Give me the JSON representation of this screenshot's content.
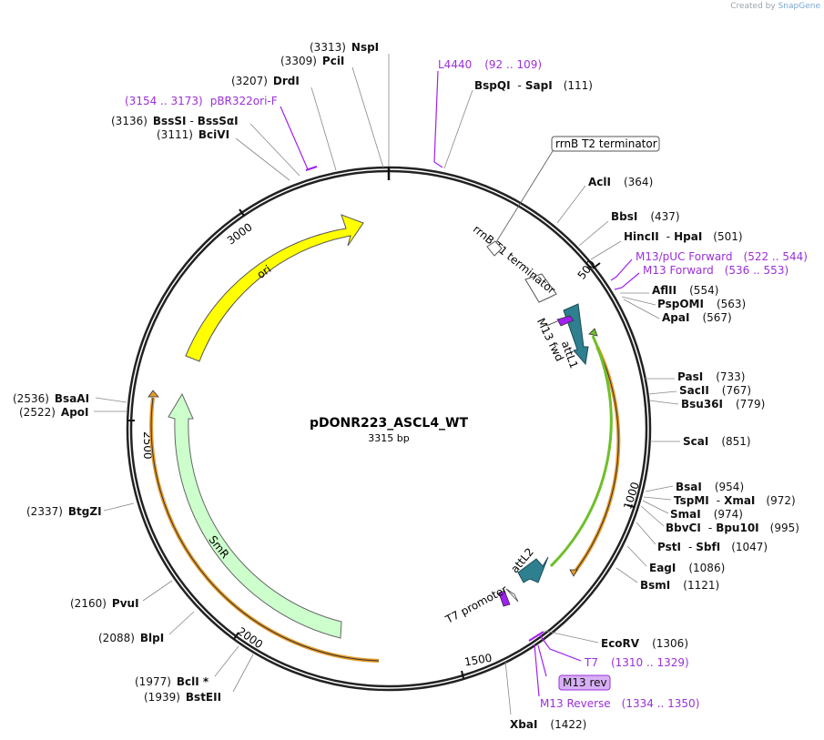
{
  "brand": {
    "prefix": "Created by",
    "name": "SnapGene"
  },
  "plasmid": {
    "name": "pDONR223_ASCL4_WT",
    "length_label": "3315 bp"
  },
  "colors": {
    "ori": "#ffff00",
    "smr": "#ccffcc",
    "att": "#2e7f8f",
    "primer": "#a020f0",
    "primer_text": "#9b30d9",
    "gene_arrow_outline": "#e59a2a",
    "green_arrow": "#6fbf2a"
  },
  "ticks": [
    "500",
    "1000",
    "1500",
    "2000",
    "2500",
    "3000"
  ],
  "features": {
    "ori": "ori",
    "smr": "SmR",
    "attL1": "attL1",
    "attL2": "attL2",
    "m13fwd": "M13 fwd",
    "rrnb_t1": "rrnB T1 terminator",
    "rrnb_t2": "rrnB T2 terminator",
    "t7_promoter": "T7 promoter"
  },
  "enzymes": [
    {
      "id": "nspi",
      "pos": "(3313)",
      "name": "NspI"
    },
    {
      "id": "pcii",
      "pos": "(3309)",
      "name": "PciI"
    },
    {
      "id": "drdi",
      "pos": "(3207)",
      "name": "DrdI"
    },
    {
      "id": "bsssi",
      "pos": "(3136)",
      "name": "BssSI",
      "name2": "BssSαI"
    },
    {
      "id": "bcivi",
      "pos": "(3111)",
      "name": "BciVI"
    },
    {
      "id": "bspqi",
      "pos": "(111)",
      "name": "BspQI",
      "name2": "SapI"
    },
    {
      "id": "acli",
      "pos": "(364)",
      "name": "AclI"
    },
    {
      "id": "bbsi",
      "pos": "(437)",
      "name": "BbsI"
    },
    {
      "id": "hincii",
      "pos": "(501)",
      "name": "HincII",
      "name2": "HpaI"
    },
    {
      "id": "aflii",
      "pos": "(554)",
      "name": "AflII"
    },
    {
      "id": "pspomi",
      "pos": "(563)",
      "name": "PspOMI"
    },
    {
      "id": "apai",
      "pos": "(567)",
      "name": "ApaI"
    },
    {
      "id": "pasi",
      "pos": "(733)",
      "name": "PasI"
    },
    {
      "id": "sacii",
      "pos": "(767)",
      "name": "SacII"
    },
    {
      "id": "bsu36i",
      "pos": "(779)",
      "name": "Bsu36I"
    },
    {
      "id": "scai",
      "pos": "(851)",
      "name": "ScaI"
    },
    {
      "id": "bsai",
      "pos": "(954)",
      "name": "BsaI"
    },
    {
      "id": "tspmi",
      "pos": "(972)",
      "name": "TspMI",
      "name2": "XmaI"
    },
    {
      "id": "smai",
      "pos": "(974)",
      "name": "SmaI"
    },
    {
      "id": "bbvci",
      "pos": "(995)",
      "name": "BbvCI",
      "name2": "Bpu10I"
    },
    {
      "id": "psti",
      "pos": "(1047)",
      "name": "PstI",
      "name2": "SbfI"
    },
    {
      "id": "eagi",
      "pos": "(1086)",
      "name": "EagI"
    },
    {
      "id": "bsmi",
      "pos": "(1121)",
      "name": "BsmI"
    },
    {
      "id": "ecorv",
      "pos": "(1306)",
      "name": "EcoRV"
    },
    {
      "id": "xbai",
      "pos": "(1422)",
      "name": "XbaI"
    },
    {
      "id": "bstEII",
      "pos": "(1939)",
      "name": "BstEII"
    },
    {
      "id": "bcli",
      "pos": "(1977)",
      "name": "BclI *"
    },
    {
      "id": "blpi",
      "pos": "(2088)",
      "name": "BlpI"
    },
    {
      "id": "pvui",
      "pos": "(2160)",
      "name": "PvuI"
    },
    {
      "id": "btgzi",
      "pos": "(2337)",
      "name": "BtgZI"
    },
    {
      "id": "apoi",
      "pos": "(2522)",
      "name": "ApoI"
    },
    {
      "id": "bsaai",
      "pos": "(2536)",
      "name": "BsaAI"
    }
  ],
  "primers": [
    {
      "id": "l4440",
      "name": "L4440",
      "range": "(92 .. 109)"
    },
    {
      "id": "pbr322",
      "name": "pBR322ori-F",
      "range": "(3154 .. 3173)"
    },
    {
      "id": "m13puc",
      "name": "M13/pUC Forward",
      "range": "(522 .. 544)"
    },
    {
      "id": "m13fwd",
      "name": "M13 Forward",
      "range": "(536 .. 553)"
    },
    {
      "id": "t7",
      "name": "T7",
      "range": "(1310 .. 1329)"
    },
    {
      "id": "m13rev",
      "name": "M13 rev"
    },
    {
      "id": "m13reverse",
      "name": "M13 Reverse",
      "range": "(1334 .. 1350)"
    }
  ]
}
